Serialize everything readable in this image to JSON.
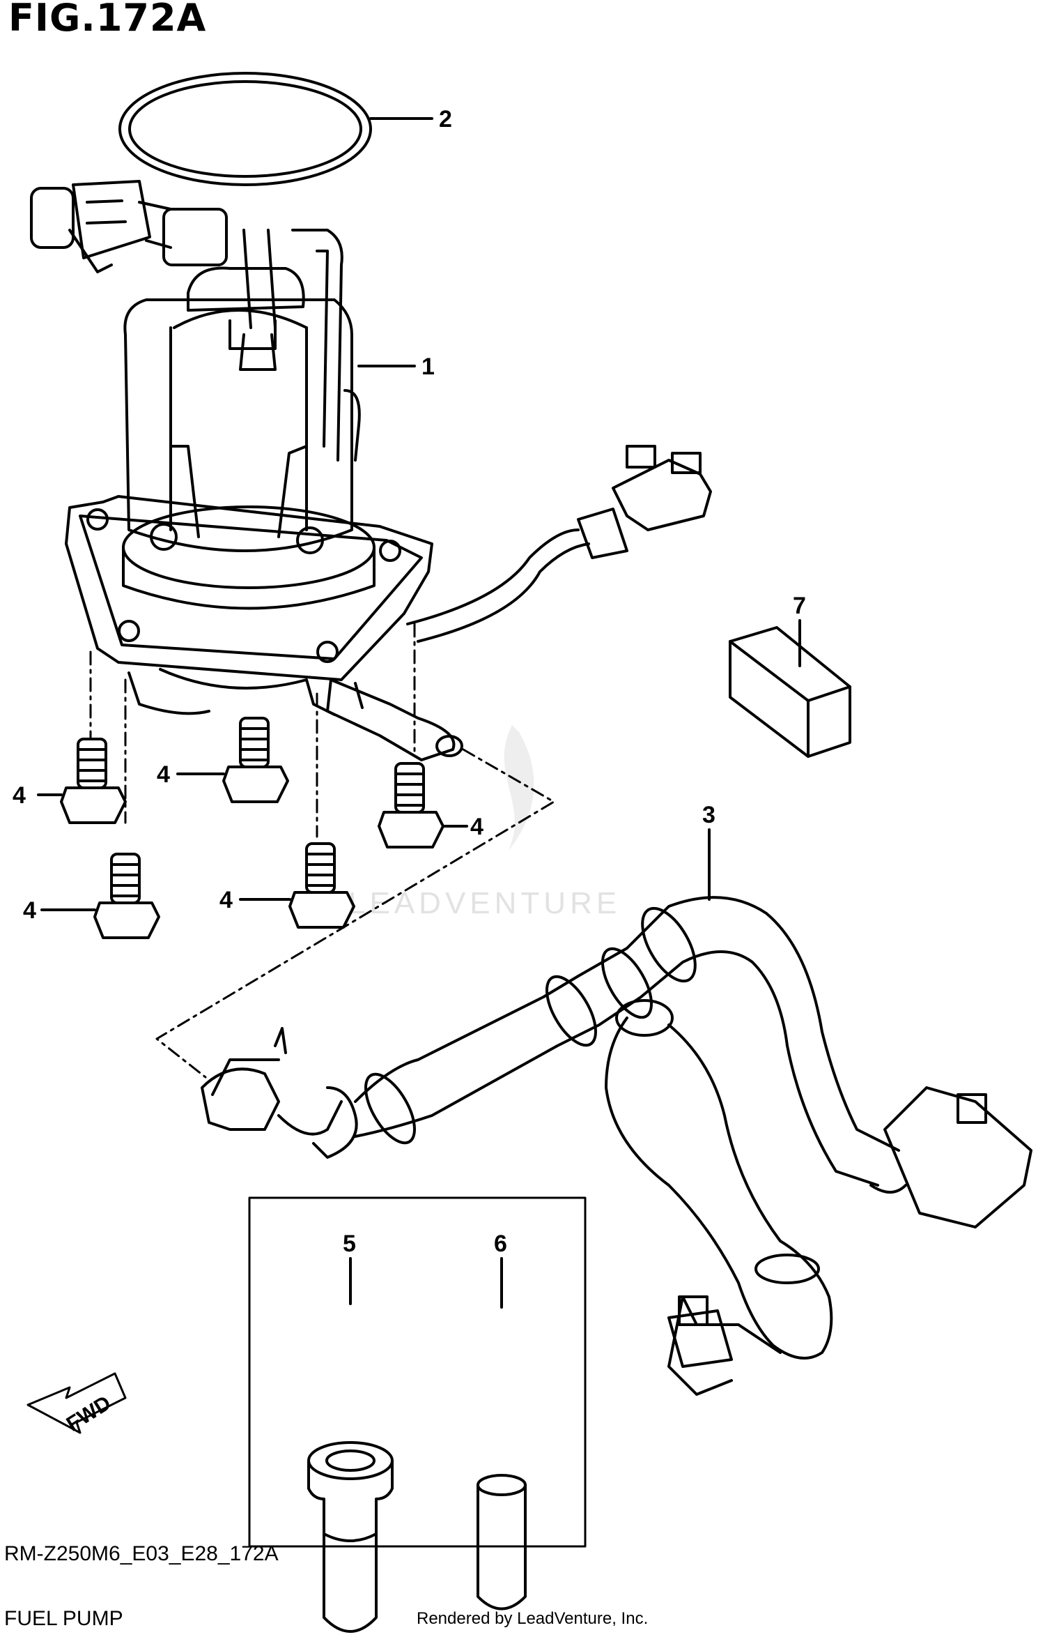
{
  "header": {
    "figure_title": "FIG.172A"
  },
  "footer": {
    "model_code": "RM-Z250M6_E03_E28_172A",
    "section_name": "FUEL PUMP",
    "rendered_by": "Rendered by LeadVenture, Inc."
  },
  "watermark": {
    "text": "LEADVENTURE"
  },
  "direction_marker": {
    "label": "FWD"
  },
  "callouts": [
    {
      "id": "part-2",
      "label": "2"
    },
    {
      "id": "part-1",
      "label": "1"
    },
    {
      "id": "part-7",
      "label": "7"
    },
    {
      "id": "part-4a",
      "label": "4"
    },
    {
      "id": "part-4b",
      "label": "4"
    },
    {
      "id": "part-4c",
      "label": "4"
    },
    {
      "id": "part-4d",
      "label": "4"
    },
    {
      "id": "part-4e",
      "label": "4"
    },
    {
      "id": "part-3",
      "label": "3"
    },
    {
      "id": "part-5",
      "label": "5"
    },
    {
      "id": "part-6",
      "label": "6"
    }
  ],
  "colors": {
    "line": "#000000",
    "background": "#ffffff",
    "watermark": "#e2e2e2"
  }
}
